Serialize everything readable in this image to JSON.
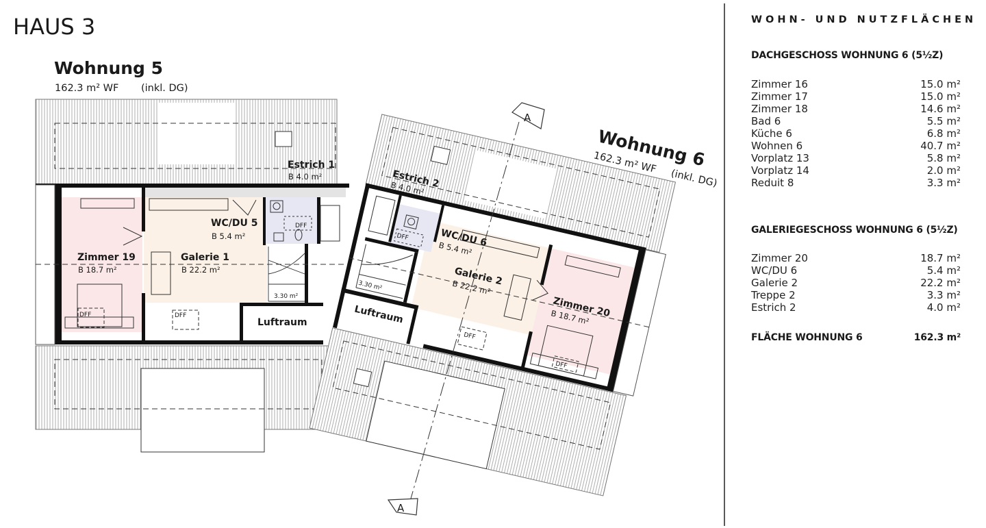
{
  "plan": {
    "house_title": "HAUS 3",
    "apartment5": {
      "title": "Wohnung 5",
      "area": "162.3 m² WF",
      "note": "(inkl. DG)"
    },
    "apartment6": {
      "title": "Wohnung 6",
      "area": "162.3 m² WF",
      "note": "(inkl. DG)"
    },
    "rooms": {
      "estrich1": {
        "name": "Estrich 1",
        "area": "B 4.0 m²"
      },
      "estrich2": {
        "name": "Estrich 2",
        "area": "B 4.0 m²"
      },
      "wcdu5": {
        "name": "WC/DU 5",
        "area": "B 5.4 m²"
      },
      "wcdu6": {
        "name": "WC/DU 6",
        "area": "B 5.4 m²"
      },
      "zimmer19": {
        "name": "Zimmer 19",
        "area": "B 18.7 m²"
      },
      "zimmer20": {
        "name": "Zimmer 20",
        "area": "B 18.7 m²"
      },
      "galerie1": {
        "name": "Galerie 1",
        "area": "B 22.2 m²"
      },
      "galerie2": {
        "name": "Galerie 2",
        "area": "B 22.2 m²"
      },
      "luftraum1": {
        "name": "Luftraum"
      },
      "luftraum2": {
        "name": "Luftraum"
      }
    },
    "dff_label": "DFF",
    "stair1_area": "3.30 m²",
    "stair2_area": "3.30 m²",
    "section_marker": "A"
  },
  "panel": {
    "title": "WOHN- UND NUTZFLÄCHEN",
    "section1": {
      "title": "DACHGESCHOSS WOHNUNG 6 (5½Z)",
      "rows": [
        {
          "name": "Zimmer 16",
          "value": "15.0 m²"
        },
        {
          "name": "Zimmer 17",
          "value": "15.0 m²"
        },
        {
          "name": "Zimmer 18",
          "value": "14.6 m²"
        },
        {
          "name": "Bad 6",
          "value": "5.5 m²"
        },
        {
          "name": "Küche 6",
          "value": "6.8 m²"
        },
        {
          "name": "Wohnen 6",
          "value": "40.7 m²"
        },
        {
          "name": "Vorplatz 13",
          "value": "5.8 m²"
        },
        {
          "name": "Vorplatz 14",
          "value": "2.0 m²"
        },
        {
          "name": "Reduit 8",
          "value": "3.3 m²"
        }
      ]
    },
    "section2": {
      "title": "GALERIEGESCHOSS WOHNUNG 6 (5½Z)",
      "rows": [
        {
          "name": "Zimmer 20",
          "value": "18.7 m²"
        },
        {
          "name": "WC/DU 6",
          "value": "5.4 m²"
        },
        {
          "name": "Galerie 2",
          "value": "22.2 m²"
        },
        {
          "name": "Treppe 2",
          "value": "3.3 m²"
        },
        {
          "name": "Estrich 2",
          "value": "4.0 m²"
        }
      ]
    },
    "total": {
      "label": "FLÄCHE WOHNUNG 6",
      "value": "162.3 m²"
    }
  }
}
